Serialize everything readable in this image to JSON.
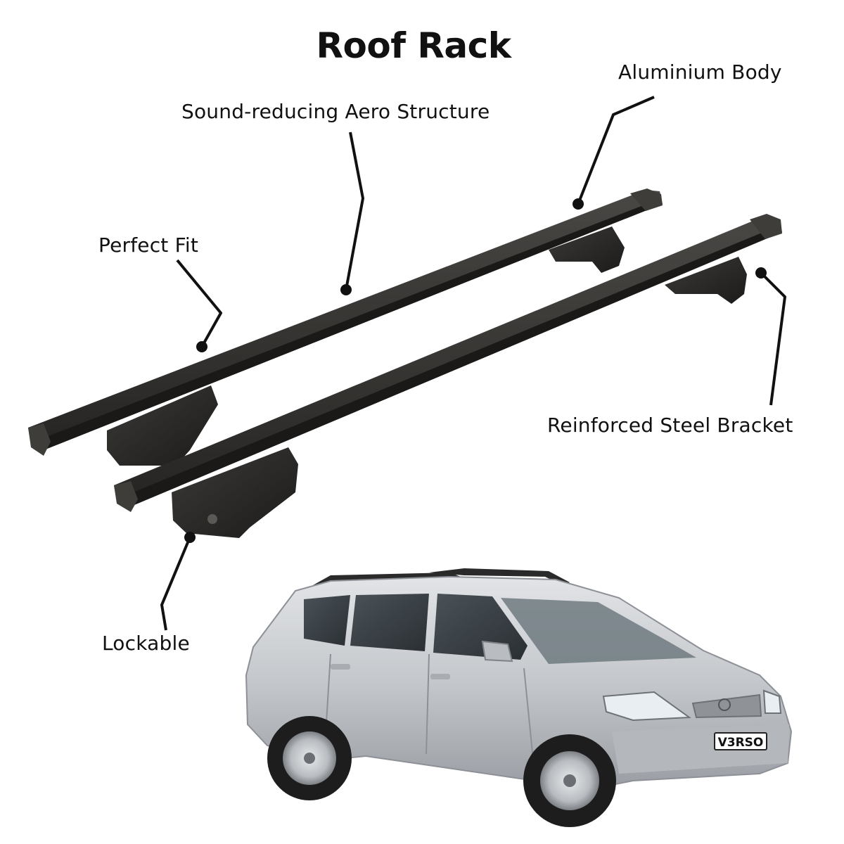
{
  "title": "Roof Rack",
  "callouts": {
    "aluminium_body": "Aluminium Body",
    "aero_structure": "Sound-reducing Aero Structure",
    "perfect_fit": "Perfect Fit",
    "steel_bracket": "Reinforced Steel Bracket",
    "lockable": "Lockable"
  },
  "car": {
    "plate": "V3RSO"
  },
  "colors": {
    "text": "#111111",
    "bar": "#2b2a28",
    "car_body": "#c9cbce"
  }
}
